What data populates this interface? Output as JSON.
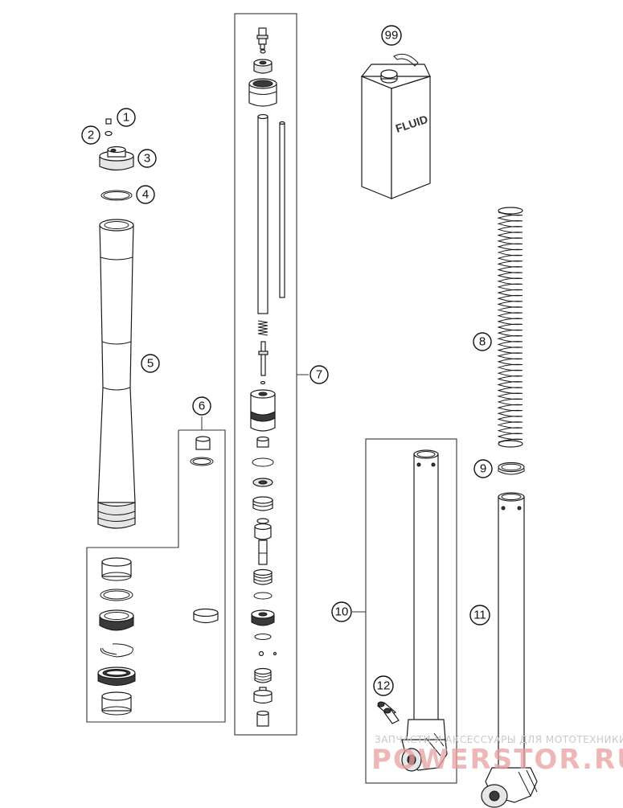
{
  "callouts": [
    {
      "id": "c1",
      "label": "1"
    },
    {
      "id": "c2",
      "label": "2"
    },
    {
      "id": "c3",
      "label": "3"
    },
    {
      "id": "c4",
      "label": "4"
    },
    {
      "id": "c5",
      "label": "5"
    },
    {
      "id": "c6",
      "label": "6"
    },
    {
      "id": "c7",
      "label": "7"
    },
    {
      "id": "c8",
      "label": "8"
    },
    {
      "id": "c9",
      "label": "9"
    },
    {
      "id": "c10",
      "label": "10"
    },
    {
      "id": "c11",
      "label": "11"
    },
    {
      "id": "c12",
      "label": "12"
    },
    {
      "id": "c99",
      "label": "99"
    }
  ],
  "fluid_can": {
    "label": "FLUID"
  },
  "watermark": {
    "caption": "ЗАПЧАСТИ И АКСЕССУАРЫ ДЛЯ МОТОТЕХНИКИ",
    "brand": "POWERSTOR.RU"
  }
}
